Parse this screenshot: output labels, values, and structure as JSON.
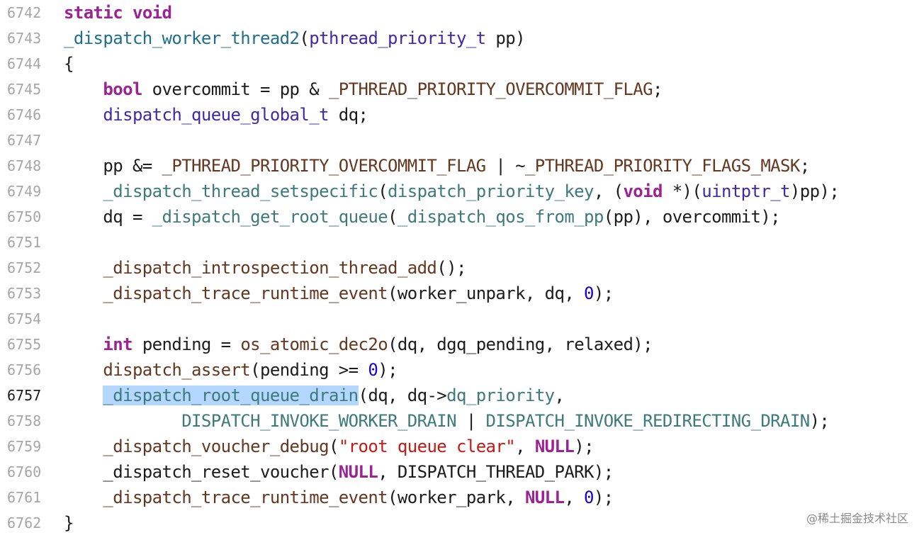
{
  "editor": {
    "current_line": 6757,
    "colors": {
      "keyword": "#9b2393",
      "type": "#3e2aa8",
      "function": "#3f7a7a",
      "macro": "#643820",
      "number": "#1c00cf",
      "string": "#c41a16",
      "selection": "#b4d7ff"
    },
    "lines": [
      {
        "n": "6742",
        "tokens": [
          {
            "c": "kw",
            "t": "static"
          },
          {
            "c": "plain",
            "t": " "
          },
          {
            "c": "kw",
            "t": "void"
          }
        ]
      },
      {
        "n": "6743",
        "tokens": [
          {
            "c": "dfn",
            "t": "_dispatch_worker_thread2"
          },
          {
            "c": "plain",
            "t": "("
          },
          {
            "c": "ty",
            "t": "pthread_priority_t"
          },
          {
            "c": "plain",
            "t": " pp)"
          }
        ]
      },
      {
        "n": "6744",
        "tokens": [
          {
            "c": "plain",
            "t": "{"
          }
        ]
      },
      {
        "n": "6745",
        "tokens": [
          {
            "c": "plain",
            "t": "    "
          },
          {
            "c": "kw",
            "t": "bool"
          },
          {
            "c": "plain",
            "t": " overcommit = pp & "
          },
          {
            "c": "mac",
            "t": "_PTHREAD_PRIORITY_OVERCOMMIT_FLAG"
          },
          {
            "c": "plain",
            "t": ";"
          }
        ]
      },
      {
        "n": "6746",
        "tokens": [
          {
            "c": "plain",
            "t": "    "
          },
          {
            "c": "ty",
            "t": "dispatch_queue_global_t"
          },
          {
            "c": "plain",
            "t": " dq;"
          }
        ]
      },
      {
        "n": "6747",
        "tokens": []
      },
      {
        "n": "6748",
        "tokens": [
          {
            "c": "plain",
            "t": "    pp &= "
          },
          {
            "c": "mac",
            "t": "_PTHREAD_PRIORITY_OVERCOMMIT_FLAG"
          },
          {
            "c": "plain",
            "t": " | ~"
          },
          {
            "c": "mac",
            "t": "_PTHREAD_PRIORITY_FLAGS_MASK"
          },
          {
            "c": "plain",
            "t": ";"
          }
        ]
      },
      {
        "n": "6749",
        "tokens": [
          {
            "c": "plain",
            "t": "    "
          },
          {
            "c": "fn",
            "t": "_dispatch_thread_setspecific"
          },
          {
            "c": "plain",
            "t": "("
          },
          {
            "c": "fn",
            "t": "dispatch_priority_key"
          },
          {
            "c": "plain",
            "t": ", ("
          },
          {
            "c": "kw",
            "t": "void"
          },
          {
            "c": "plain",
            "t": " *)("
          },
          {
            "c": "ty",
            "t": "uintptr_t"
          },
          {
            "c": "plain",
            "t": ")pp);"
          }
        ]
      },
      {
        "n": "6750",
        "tokens": [
          {
            "c": "plain",
            "t": "    dq = "
          },
          {
            "c": "fn",
            "t": "_dispatch_get_root_queue"
          },
          {
            "c": "plain",
            "t": "("
          },
          {
            "c": "fn",
            "t": "_dispatch_qos_from_pp"
          },
          {
            "c": "plain",
            "t": "(pp), overcommit);"
          }
        ]
      },
      {
        "n": "6751",
        "tokens": []
      },
      {
        "n": "6752",
        "tokens": [
          {
            "c": "plain",
            "t": "    "
          },
          {
            "c": "mac",
            "t": "_dispatch_introspection_thread_add"
          },
          {
            "c": "plain",
            "t": "();"
          }
        ]
      },
      {
        "n": "6753",
        "tokens": [
          {
            "c": "plain",
            "t": "    "
          },
          {
            "c": "mac",
            "t": "_dispatch_trace_runtime_event"
          },
          {
            "c": "plain",
            "t": "(worker_unpark, dq, "
          },
          {
            "c": "num",
            "t": "0"
          },
          {
            "c": "plain",
            "t": ");"
          }
        ]
      },
      {
        "n": "6754",
        "tokens": []
      },
      {
        "n": "6755",
        "tokens": [
          {
            "c": "plain",
            "t": "    "
          },
          {
            "c": "kw",
            "t": "int"
          },
          {
            "c": "plain",
            "t": " pending = "
          },
          {
            "c": "mac",
            "t": "os_atomic_dec2o"
          },
          {
            "c": "plain",
            "t": "(dq, dgq_pending, relaxed);"
          }
        ]
      },
      {
        "n": "6756",
        "tokens": [
          {
            "c": "plain",
            "t": "    "
          },
          {
            "c": "mac",
            "t": "dispatch_assert"
          },
          {
            "c": "plain",
            "t": "(pending >= "
          },
          {
            "c": "num",
            "t": "0"
          },
          {
            "c": "plain",
            "t": ");"
          }
        ]
      },
      {
        "n": "6757",
        "tokens": [
          {
            "c": "plain",
            "t": "    "
          },
          {
            "c": "fn sel",
            "t": "_dispatch_root_queue_drain"
          },
          {
            "c": "plain",
            "t": "(dq, dq->"
          },
          {
            "c": "fn",
            "t": "dq_priority"
          },
          {
            "c": "plain",
            "t": ","
          }
        ]
      },
      {
        "n": "6758",
        "tokens": [
          {
            "c": "plain",
            "t": "            "
          },
          {
            "c": "fn",
            "t": "DISPATCH_INVOKE_WORKER_DRAIN"
          },
          {
            "c": "plain",
            "t": " | "
          },
          {
            "c": "fn",
            "t": "DISPATCH_INVOKE_REDIRECTING_DRAIN"
          },
          {
            "c": "plain",
            "t": ");"
          }
        ]
      },
      {
        "n": "6759",
        "tokens": [
          {
            "c": "plain",
            "t": "    "
          },
          {
            "c": "mac",
            "t": "_dispatch_voucher_debug"
          },
          {
            "c": "plain",
            "t": "("
          },
          {
            "c": "str",
            "t": "\"root queue clear\""
          },
          {
            "c": "plain",
            "t": ", "
          },
          {
            "c": "kw",
            "t": "NULL"
          },
          {
            "c": "plain",
            "t": ");"
          }
        ]
      },
      {
        "n": "6760",
        "tokens": [
          {
            "c": "plain",
            "t": "    _dispatch_reset_voucher("
          },
          {
            "c": "kw",
            "t": "NULL"
          },
          {
            "c": "plain",
            "t": ", DISPATCH_THREAD_PARK);"
          }
        ]
      },
      {
        "n": "6761",
        "tokens": [
          {
            "c": "plain",
            "t": "    "
          },
          {
            "c": "mac",
            "t": "_dispatch_trace_runtime_event"
          },
          {
            "c": "plain",
            "t": "(worker_park, "
          },
          {
            "c": "kw",
            "t": "NULL"
          },
          {
            "c": "plain",
            "t": ", "
          },
          {
            "c": "num",
            "t": "0"
          },
          {
            "c": "plain",
            "t": ");"
          }
        ]
      },
      {
        "n": "6762",
        "tokens": [
          {
            "c": "plain",
            "t": "}"
          }
        ]
      }
    ]
  },
  "watermark": "@稀土掘金技术社区"
}
